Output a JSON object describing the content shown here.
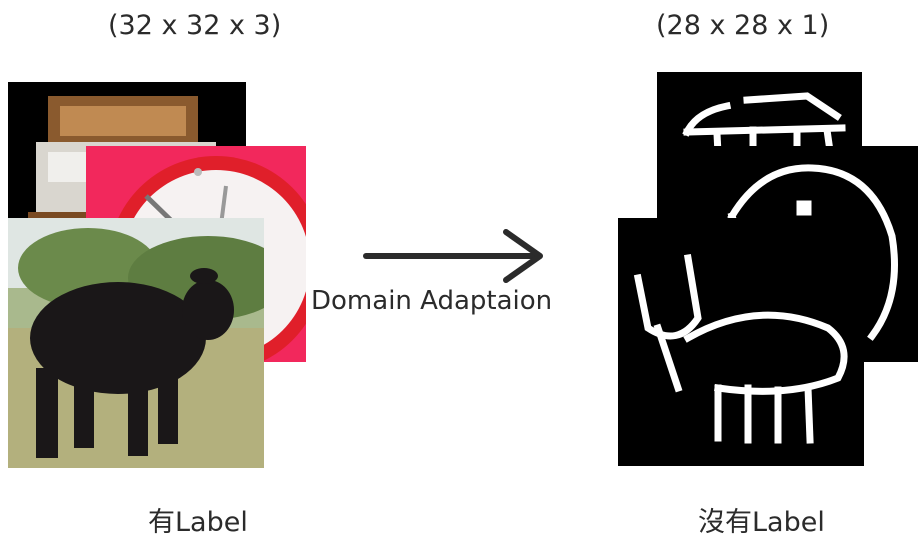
{
  "source": {
    "dimension_label": "(32 x 32 x 3)",
    "caption": "有Label",
    "images": [
      {
        "name": "bed",
        "kind": "color-photo"
      },
      {
        "name": "clock",
        "kind": "color-photo"
      },
      {
        "name": "cow",
        "kind": "color-photo"
      }
    ]
  },
  "transfer": {
    "label": "Domain Adaptaion",
    "arrow_icon": "arrow-right-icon"
  },
  "target": {
    "dimension_label": "(28 x 28 x 1)",
    "caption": "沒有Label",
    "images": [
      {
        "name": "table-doodle",
        "kind": "grayscale-sketch"
      },
      {
        "name": "creature-doodle",
        "kind": "grayscale-sketch"
      },
      {
        "name": "cow-doodle",
        "kind": "grayscale-sketch"
      }
    ]
  },
  "colors": {
    "text": "#2b2b2b",
    "arrow": "#2b2b2b",
    "clock_bg": "#f2285c",
    "sketch_bg": "#000000",
    "sketch_stroke": "#ffffff"
  }
}
